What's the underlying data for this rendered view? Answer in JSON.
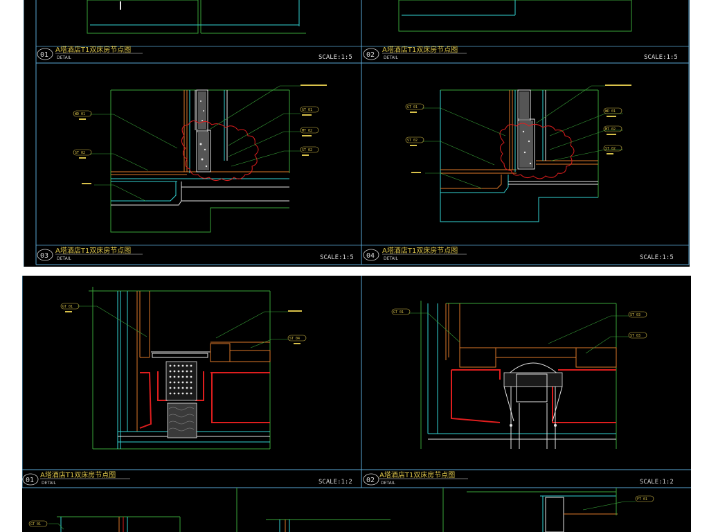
{
  "top_panels": [
    {
      "num": "01",
      "title": "A塔酒店T1双床房节点图",
      "sub": "DETAIL",
      "scale": "SCALE:1:5"
    },
    {
      "num": "02",
      "title": "A塔酒店T1双床房节点图",
      "sub": "DETAIL",
      "scale": "SCALE:1:5"
    },
    {
      "num": "03",
      "title": "A塔酒店T1双床房节点图",
      "sub": "DETAIL",
      "scale": "SCALE:1:5"
    },
    {
      "num": "04",
      "title": "A塔酒店T1双床房节点图",
      "sub": "DETAIL",
      "scale": "SCALE:1:5"
    }
  ],
  "bottom_panels": [
    {
      "num": "01",
      "title": "A塔酒店T1双床房节点图",
      "sub": "DETAIL",
      "scale": "SCALE:1:2"
    },
    {
      "num": "02",
      "title": "A塔酒店T1双床房节点图",
      "sub": "DETAIL",
      "scale": "SCALE:1:2"
    }
  ],
  "tags": {
    "wd01": "WD 01",
    "st02": "ST 02",
    "gt01": "GT 01",
    "mt02": "MT 02",
    "st04": "ST 04",
    "st03": "ST 03",
    "ft01": "FT 01"
  },
  "colors": {
    "frame": "#5aa9d6",
    "cyan": "#35d6d6",
    "green": "#3aa63a",
    "red": "#e01e1e",
    "orange": "#e07a2a",
    "yellow": "#d9c24a",
    "white": "#e6e6e6"
  }
}
